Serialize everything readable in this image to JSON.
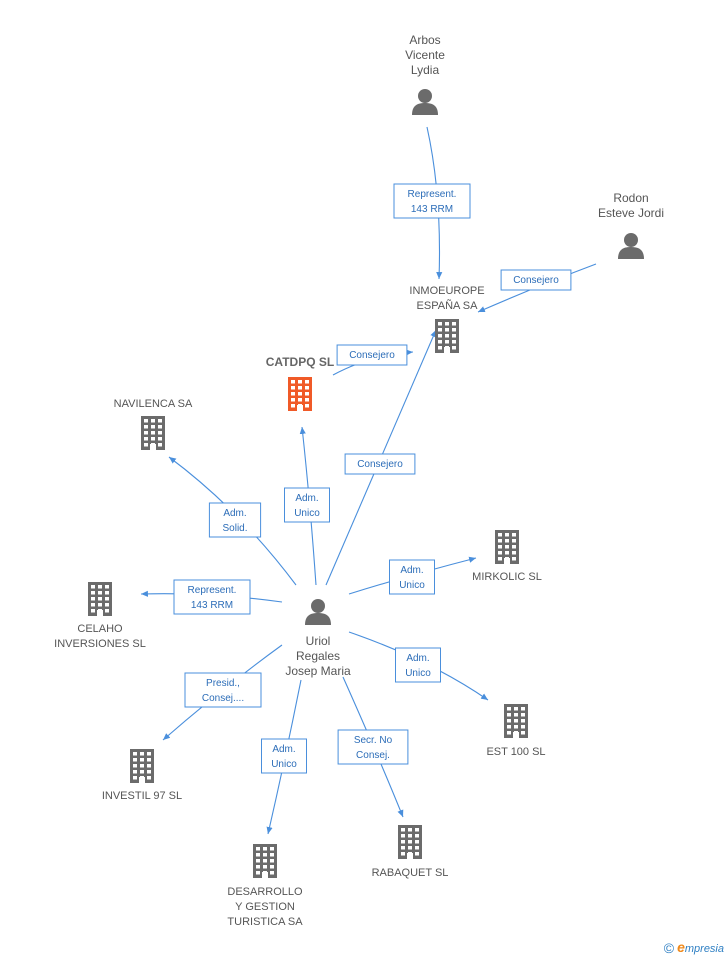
{
  "colors": {
    "edge": "#4a8fdc",
    "edge_text": "#2c6db8",
    "node_icon": "#6b6b6b",
    "main_node": "#f05a28"
  },
  "nodes": [
    {
      "id": "uriol",
      "type": "person",
      "lines": [
        "Uriol",
        "Regales",
        "Josep Maria"
      ]
    },
    {
      "id": "arbos",
      "type": "person",
      "lines": [
        "Arbos",
        "Vicente",
        "Lydia"
      ]
    },
    {
      "id": "rodon",
      "type": "person",
      "lines": [
        "Rodon",
        "Esteve Jordi"
      ]
    },
    {
      "id": "inmoeurope",
      "type": "company",
      "lines": [
        "INMOEUROPE",
        "ESPAÑA SA"
      ]
    },
    {
      "id": "catdpq",
      "type": "company-main",
      "lines": [
        "CATDPQ SL"
      ]
    },
    {
      "id": "navilenca",
      "type": "company",
      "lines": [
        "NAVILENCA SA"
      ]
    },
    {
      "id": "celaho",
      "type": "company",
      "lines": [
        "CELAHO",
        "INVERSIONES SL"
      ]
    },
    {
      "id": "mirkolic",
      "type": "company",
      "lines": [
        "MIRKOLIC SL"
      ]
    },
    {
      "id": "est100",
      "type": "company",
      "lines": [
        "EST 100 SL"
      ]
    },
    {
      "id": "investil",
      "type": "company",
      "lines": [
        "INVESTIL 97 SL"
      ]
    },
    {
      "id": "desarrollo",
      "type": "company",
      "lines": [
        "DESARROLLO",
        "Y GESTION",
        "TURISTICA SA"
      ]
    },
    {
      "id": "rabaquet",
      "type": "company",
      "lines": [
        "RABAQUET SL"
      ]
    }
  ],
  "edges": [
    {
      "from": "arbos",
      "to": "inmoeurope",
      "lines": [
        "Represent.",
        "143 RRM"
      ]
    },
    {
      "from": "rodon",
      "to": "inmoeurope",
      "lines": [
        "Consejero"
      ]
    },
    {
      "from": "catdpq",
      "to": "inmoeurope",
      "lines": [
        "Consejero"
      ]
    },
    {
      "from": "uriol",
      "to": "inmoeurope",
      "lines": [
        "Consejero"
      ]
    },
    {
      "from": "uriol",
      "to": "catdpq",
      "lines": [
        "Adm.",
        "Unico"
      ]
    },
    {
      "from": "uriol",
      "to": "navilenca",
      "lines": [
        "Adm.",
        "Solid."
      ]
    },
    {
      "from": "uriol",
      "to": "celaho",
      "lines": [
        "Represent.",
        "143 RRM"
      ]
    },
    {
      "from": "uriol",
      "to": "mirkolic",
      "lines": [
        "Adm.",
        "Unico"
      ]
    },
    {
      "from": "uriol",
      "to": "est100",
      "lines": [
        "Adm.",
        "Unico"
      ]
    },
    {
      "from": "uriol",
      "to": "investil",
      "lines": [
        "Presid.,",
        "Consej...."
      ]
    },
    {
      "from": "uriol",
      "to": "desarrollo",
      "lines": [
        "Adm.",
        "Unico"
      ]
    },
    {
      "from": "uriol",
      "to": "rabaquet",
      "lines": [
        "Secr.  No",
        "Consej."
      ]
    }
  ],
  "footer": {
    "copyright": "©",
    "brand_initial": "e",
    "brand_rest": "mpresia"
  }
}
